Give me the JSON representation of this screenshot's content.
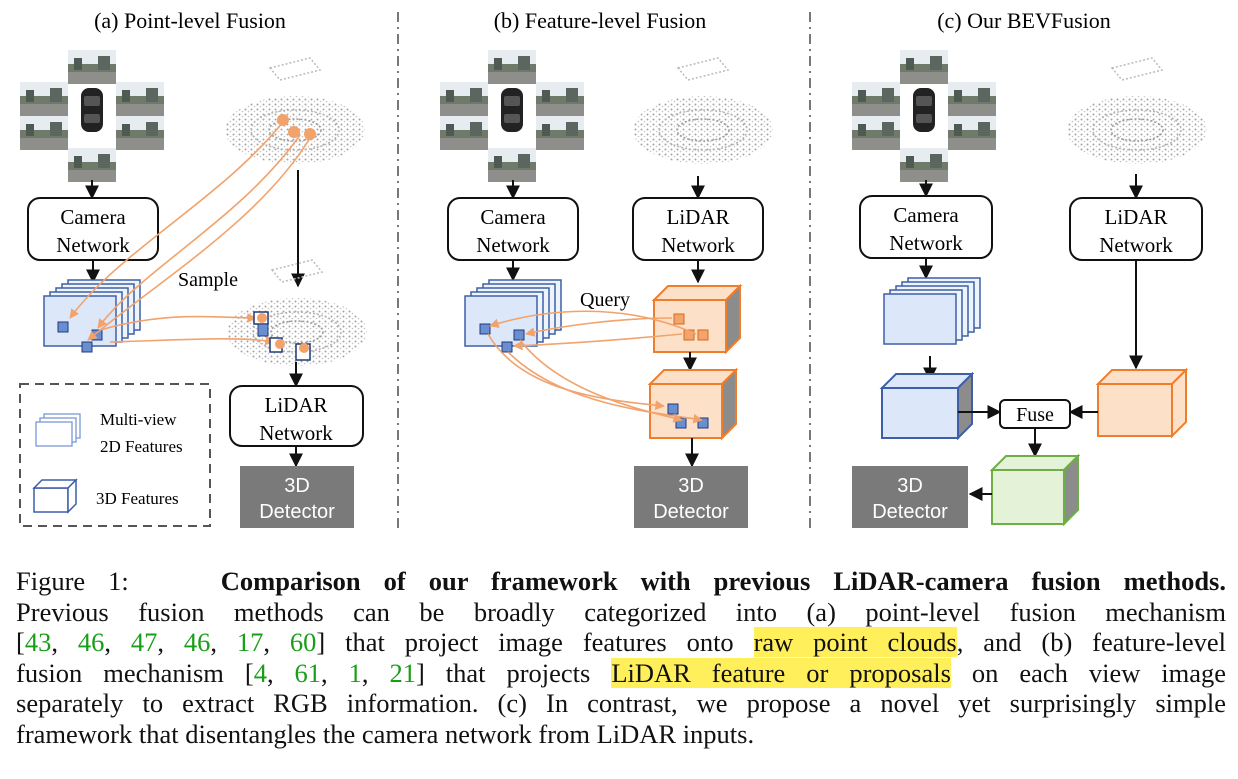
{
  "figure": {
    "panels": [
      {
        "title": "(a) Point-level Fusion"
      },
      {
        "title": "(b) Feature-level Fusion"
      },
      {
        "title": "(c) Our BEVFusion"
      }
    ],
    "labels": {
      "camera_l1": "Camera",
      "camera_l2": "Network",
      "lidar_l1": "LiDAR",
      "lidar_l2": "Network",
      "detector_l1": "3D",
      "detector_l2": "Detector",
      "sample": "Sample",
      "query": "Query",
      "fuse": "Fuse"
    },
    "legend": {
      "multiview_l1": "Multi-view",
      "multiview_l2": "2D Features",
      "features3d": "3D Features"
    },
    "colors": {
      "camera_blue": "#dce8fa",
      "camera_stroke": "#3e5fa8",
      "lidar_orange": "#fde0c8",
      "lidar_stroke": "#ee7d2c",
      "fused_green": "#e4f2d8",
      "fused_stroke": "#6fae45",
      "detector_gray": "#7a7a7a",
      "highlight": "#ffef5a",
      "citation_green": "#1a9e1a"
    }
  },
  "caption": {
    "label": "Figure 1:",
    "bold_title": "Comparison of our framework with previous LiDAR-camera fusion methods.",
    "line2": "Previous fusion methods can be broadly categorized into (a) point-level fusion mechanism",
    "line3_open": "[",
    "cites_a": [
      "43",
      "46",
      "47",
      "46",
      "17",
      "60"
    ],
    "line3_mid": "] that project image features onto",
    "highlight1": "raw point clouds",
    "line3_end": ", and (b) feature-level",
    "line4_start": "fusion mechanism [",
    "cites_b": [
      "4",
      "61",
      "1",
      "21"
    ],
    "line4_mid": "] that projects",
    "highlight2": "LiDAR feature or proposals",
    "line4_end": "on each view image",
    "line5": "separately to extract RGB information. (c) In contrast, we propose a novel yet surprisingly simple",
    "line6": "framework that disentangles the camera network from LiDAR inputs."
  }
}
